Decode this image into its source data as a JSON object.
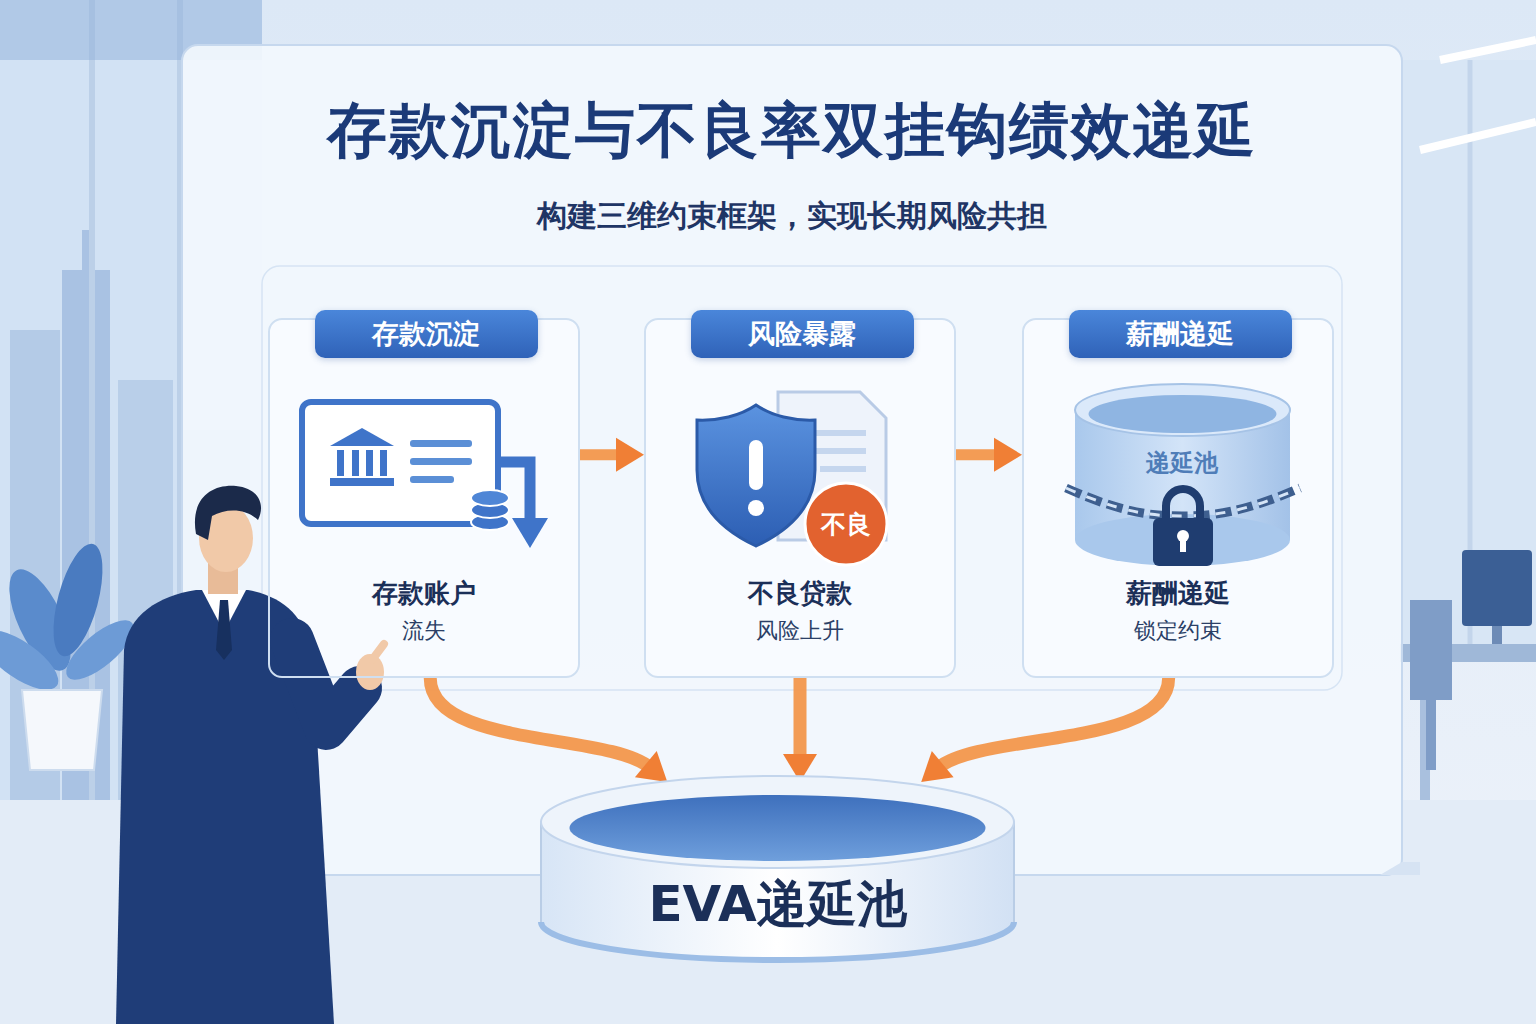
{
  "diagram": {
    "title": "存款沉淀与不良率双挂钩绩效递延",
    "nodes": [
      {
        "text": [
          "存款账户",
          "流失"
        ]
      },
      {
        "text": [
          "存款沉淀"
        ],
        "in": 0
      },
      {
        "text": [
          "不良贷款",
          "风险上升"
        ]
      },
      {
        "text": [
          "风险暴露"
        ],
        "in": 2
      },
      {
        "text": [
          "薪酬递延",
          "锁定约束"
        ]
      },
      {
        "text": [
          "薪酬递延"
        ],
        "in": 4
      },
      {
        "text": [
          "EVA递延池"
        ]
      }
    ],
    "edges": [
      {
        "from": 0,
        "to": 2,
        "arrow": "to"
      },
      {
        "from": 2,
        "to": 4,
        "arrow": "to"
      },
      {
        "from": 0,
        "to": 6,
        "arrow": "to"
      },
      {
        "from": 2,
        "to": 6,
        "arrow": "to"
      },
      {
        "from": 4,
        "to": 6,
        "arrow": "to"
      }
    ],
    "labels": [
      "构建三维约束框架，实现长期风险共担",
      "不良",
      "递延池"
    ]
  }
}
